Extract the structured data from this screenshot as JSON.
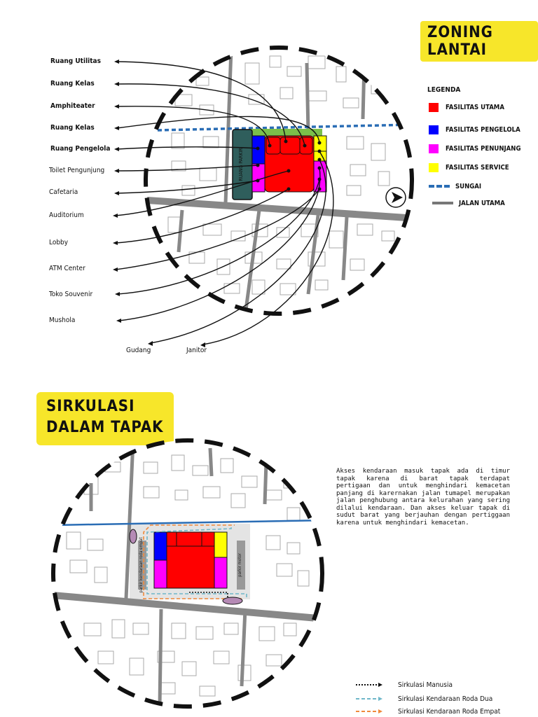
{
  "top_section": {
    "title": "ZONING LANTAI",
    "labels_left": [
      "Ruang Utilitas",
      "Ruang Kelas",
      "Amphiteater",
      "Ruang Kelas",
      "Ruang Pengelola",
      "Toilet Pengunjung",
      "Cafetaria",
      "Auditorium",
      "Lobby",
      "ATM Center",
      "Toko Souvenir",
      "Mushola"
    ],
    "labels_bottom": [
      "Gudang",
      "Janitor"
    ],
    "parking_label": "RUANG PARKIR",
    "legend": {
      "title": "LEGENDA",
      "items": [
        {
          "label": "FASILITAS UTAMA",
          "color": "#ff0000"
        },
        {
          "label": "FASILITAS PENGELOLA",
          "color": "#0000ff"
        },
        {
          "label": "FASILITAS PENUNJANG",
          "color": "#ff00ff"
        },
        {
          "label": "FASILITAS SERVICE",
          "color": "#ffff00"
        },
        {
          "label": "SUNGAI",
          "color": "#2a6db5"
        },
        {
          "label": "JALAN UTAMA",
          "color": "#777777"
        }
      ]
    }
  },
  "bottom_section": {
    "title_line1": "SIRKULASI",
    "title_line2": "DALAM TAPAK",
    "description": "Akses kendaraan masuk tapak ada di timur tapak karena di barat tapak terdapat pertigaan dan untuk menghindari kemacetan panjang di karernakan jalan tumapel merupakan jalan penghubung antara kelurahan yang sering dilalui kendaraan. Dan akses keluar tapak di sudut barat yang berjauhan dengan pertiggaan karena untuk menghindari kemacetan.",
    "parking_left": "parkir kendaraan roda empat",
    "parking_right": "parkir motor",
    "circulation_legend": [
      {
        "label": "Sirkulasi Manusia",
        "color": "#111111",
        "style": "dotted"
      },
      {
        "label": "Sirkulasi Kendaraan Roda Dua",
        "color": "#6fb7c9",
        "style": "dashed"
      },
      {
        "label": "Sirkulasi Kendaraan Roda Empat",
        "color": "#f08a3c",
        "style": "dashed"
      }
    ]
  }
}
